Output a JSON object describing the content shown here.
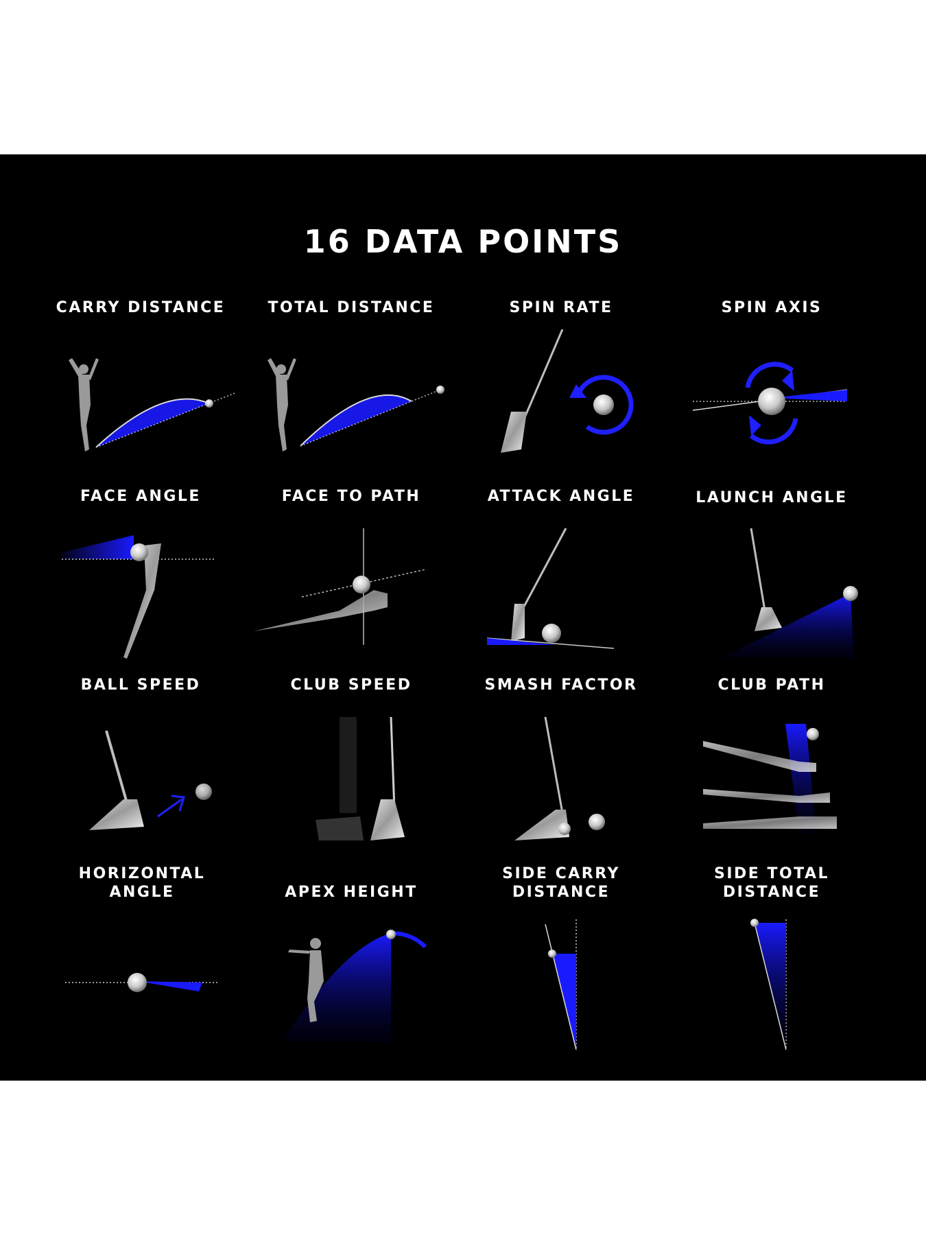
{
  "title": "16 DATA POINTS",
  "colors": {
    "background": "#000000",
    "accent": "#1a1aff",
    "text": "#ffffff"
  },
  "metrics": [
    {
      "label": "CARRY DISTANCE",
      "icon": "carry-distance-icon"
    },
    {
      "label": "TOTAL DISTANCE",
      "icon": "total-distance-icon"
    },
    {
      "label": "SPIN RATE",
      "icon": "spin-rate-icon"
    },
    {
      "label": "SPIN AXIS",
      "icon": "spin-axis-icon"
    },
    {
      "label": "FACE ANGLE",
      "icon": "face-angle-icon"
    },
    {
      "label": "FACE TO PATH",
      "icon": "face-to-path-icon"
    },
    {
      "label": "ATTACK ANGLE",
      "icon": "attack-angle-icon"
    },
    {
      "label": "LAUNCH ANGLE",
      "icon": "launch-angle-icon"
    },
    {
      "label": "BALL SPEED",
      "icon": "ball-speed-icon"
    },
    {
      "label": "CLUB SPEED",
      "icon": "club-speed-icon"
    },
    {
      "label": "SMASH FACTOR",
      "icon": "smash-factor-icon"
    },
    {
      "label": "CLUB PATH",
      "icon": "club-path-icon"
    },
    {
      "label": "HORIZONTAL\nANGLE",
      "icon": "horizontal-angle-icon"
    },
    {
      "label": "APEX HEIGHT",
      "icon": "apex-height-icon"
    },
    {
      "label": "SIDE CARRY\nDISTANCE",
      "icon": "side-carry-distance-icon"
    },
    {
      "label": "SIDE TOTAL\nDISTANCE",
      "icon": "side-total-distance-icon"
    }
  ]
}
